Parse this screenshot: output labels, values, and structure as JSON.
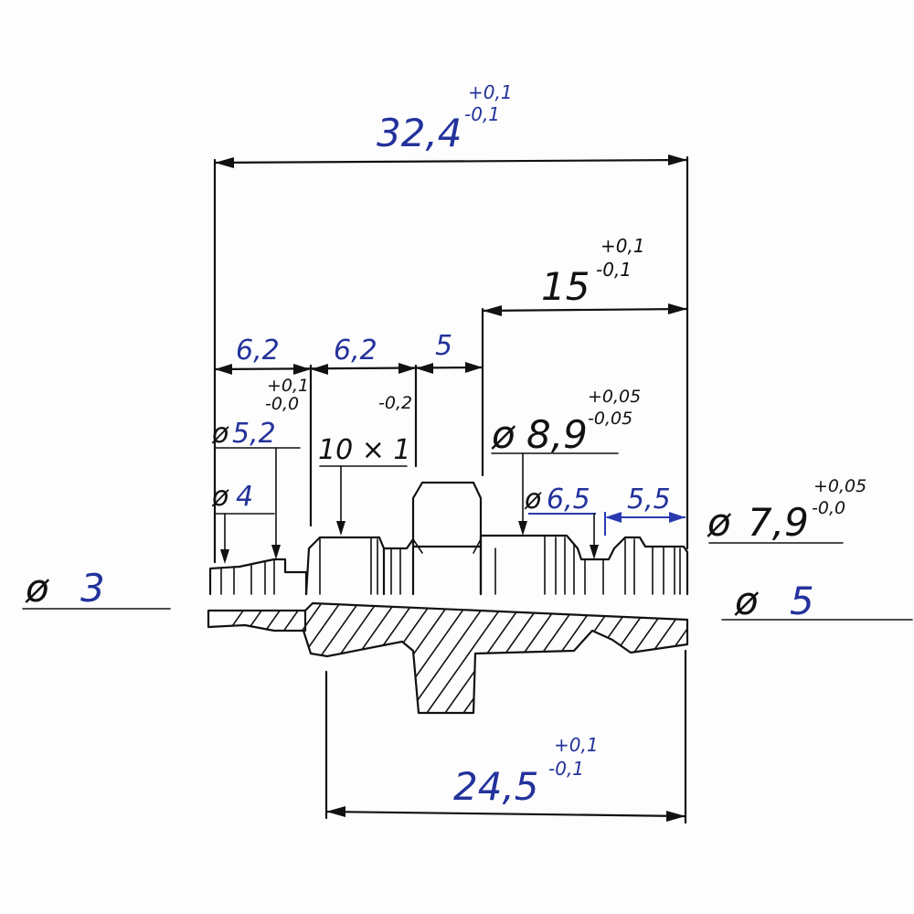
{
  "dimensions": {
    "overall_length": {
      "value": "32,4",
      "tol_upper": "+0,1",
      "tol_lower": "-0,1"
    },
    "right_length": {
      "value": "15",
      "tol_upper": "+0,1",
      "tol_lower": "-0,1"
    },
    "bottom_length": {
      "value": "24,5",
      "tol_upper": "+0,1",
      "tol_lower": "-0,1"
    },
    "seg1": {
      "value": "6,2",
      "tol_upper": "+0,1",
      "tol_lower": "-0,0"
    },
    "seg2": {
      "value": "6,2",
      "tol_lower": "-0,2"
    },
    "seg3": {
      "value": "5"
    },
    "seg4": {
      "value": "5,5"
    }
  },
  "diameters": {
    "d52": {
      "symbol": "ø",
      "value": "5,2"
    },
    "d4": {
      "symbol": "ø",
      "value": "4"
    },
    "thread": {
      "value": "10 × 1"
    },
    "d89": {
      "symbol": "ø",
      "value": "8,9",
      "tol_upper": "+0,05",
      "tol_lower": "-0,05"
    },
    "d65": {
      "symbol": "ø",
      "value": "6,5"
    },
    "d79": {
      "symbol": "ø",
      "value": "7,9",
      "tol_upper": "+0,05",
      "tol_lower": "-0,0"
    },
    "d3": {
      "symbol": "ø",
      "value": "3"
    },
    "d5": {
      "symbol": "ø",
      "value": "5"
    }
  },
  "colors": {
    "ink": "#111111",
    "blue_ink": "#23329c"
  }
}
